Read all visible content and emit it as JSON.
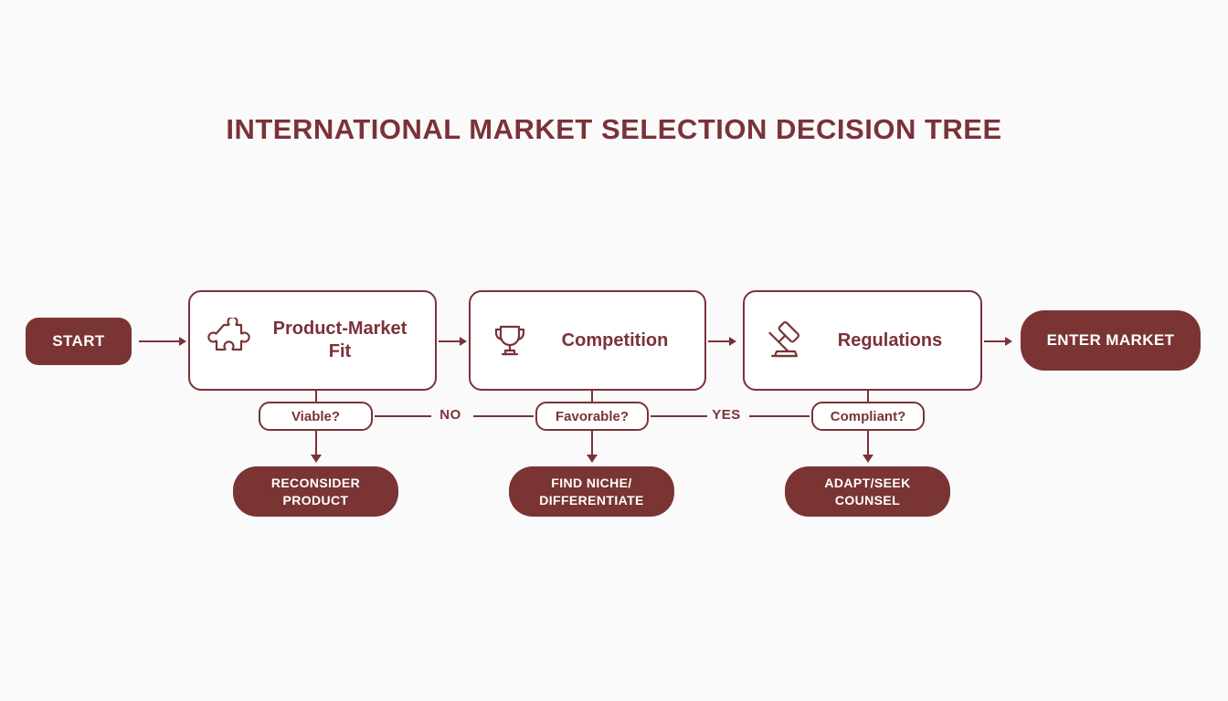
{
  "diagram": {
    "title": "INTERNATIONAL MARKET SELECTION DECISION TREE",
    "colors": {
      "background": "#fbfafa",
      "accent": "#7a3238",
      "fill": "#7a3434",
      "node_surface": "#ffffff",
      "filled_text": "#ffffff"
    },
    "start_node": {
      "label": "START",
      "icon": "none"
    },
    "end_node": {
      "label": "ENTER MARKET",
      "icon": "none"
    },
    "stages": [
      {
        "label": "Product-Market Fit",
        "icon": "puzzle-piece-icon"
      },
      {
        "label": "Competition",
        "icon": "trophy-icon"
      },
      {
        "label": "Regulations",
        "icon": "gavel-icon"
      }
    ],
    "decisions": [
      {
        "label": "Viable?"
      },
      {
        "label": "Favorable?"
      },
      {
        "label": "Compliant?"
      }
    ],
    "edge_labels": [
      {
        "label": "NO"
      },
      {
        "label": "YES"
      }
    ],
    "outcomes": [
      {
        "line1": "RECONSIDER",
        "line2": "PRODUCT"
      },
      {
        "line1": "FIND NICHE/",
        "line2": "DIFFERENTIATE"
      },
      {
        "line1": "ADAPT/SEEK",
        "line2": "COUNSEL"
      }
    ]
  }
}
